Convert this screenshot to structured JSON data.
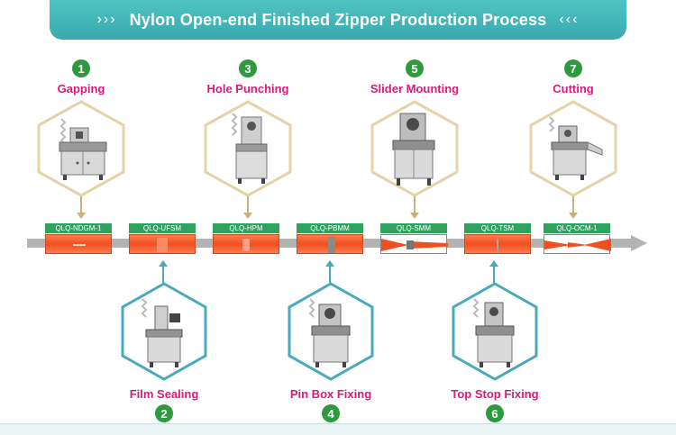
{
  "header": {
    "title": "Nylon Open-end Finished Zipper Production Process",
    "left_chevrons": "›››",
    "right_chevrons": "‹‹‹"
  },
  "colors": {
    "header_bg": "#3fb4b6",
    "label": "#d81b7a",
    "number_badge": "#2e9a3e",
    "hex_top": "#e3d3a6",
    "hex_bottom": "#4aa9bd",
    "code_tag": "#2fa35d",
    "zipper": "#f0501f"
  },
  "steps": [
    {
      "num": "1",
      "label": "Gapping",
      "code": "QLQ-NDGM-1",
      "row": "top"
    },
    {
      "num": "2",
      "label": "Film Sealing",
      "code": "QLQ-UFSM",
      "row": "bottom"
    },
    {
      "num": "3",
      "label": "Hole  Punching",
      "code": "QLQ-HPM",
      "row": "top"
    },
    {
      "num": "4",
      "label": "Pin Box Fixing",
      "code": "QLQ-PBMM",
      "row": "bottom"
    },
    {
      "num": "5",
      "label": "Slider Mounting",
      "code": "QLQ-SMM",
      "row": "top"
    },
    {
      "num": "6",
      "label": "Top Stop Fixing",
      "code": "QLQ-TSM",
      "row": "bottom"
    },
    {
      "num": "7",
      "label": "Cutting",
      "code": "QLQ-OCM-1",
      "row": "top"
    }
  ]
}
